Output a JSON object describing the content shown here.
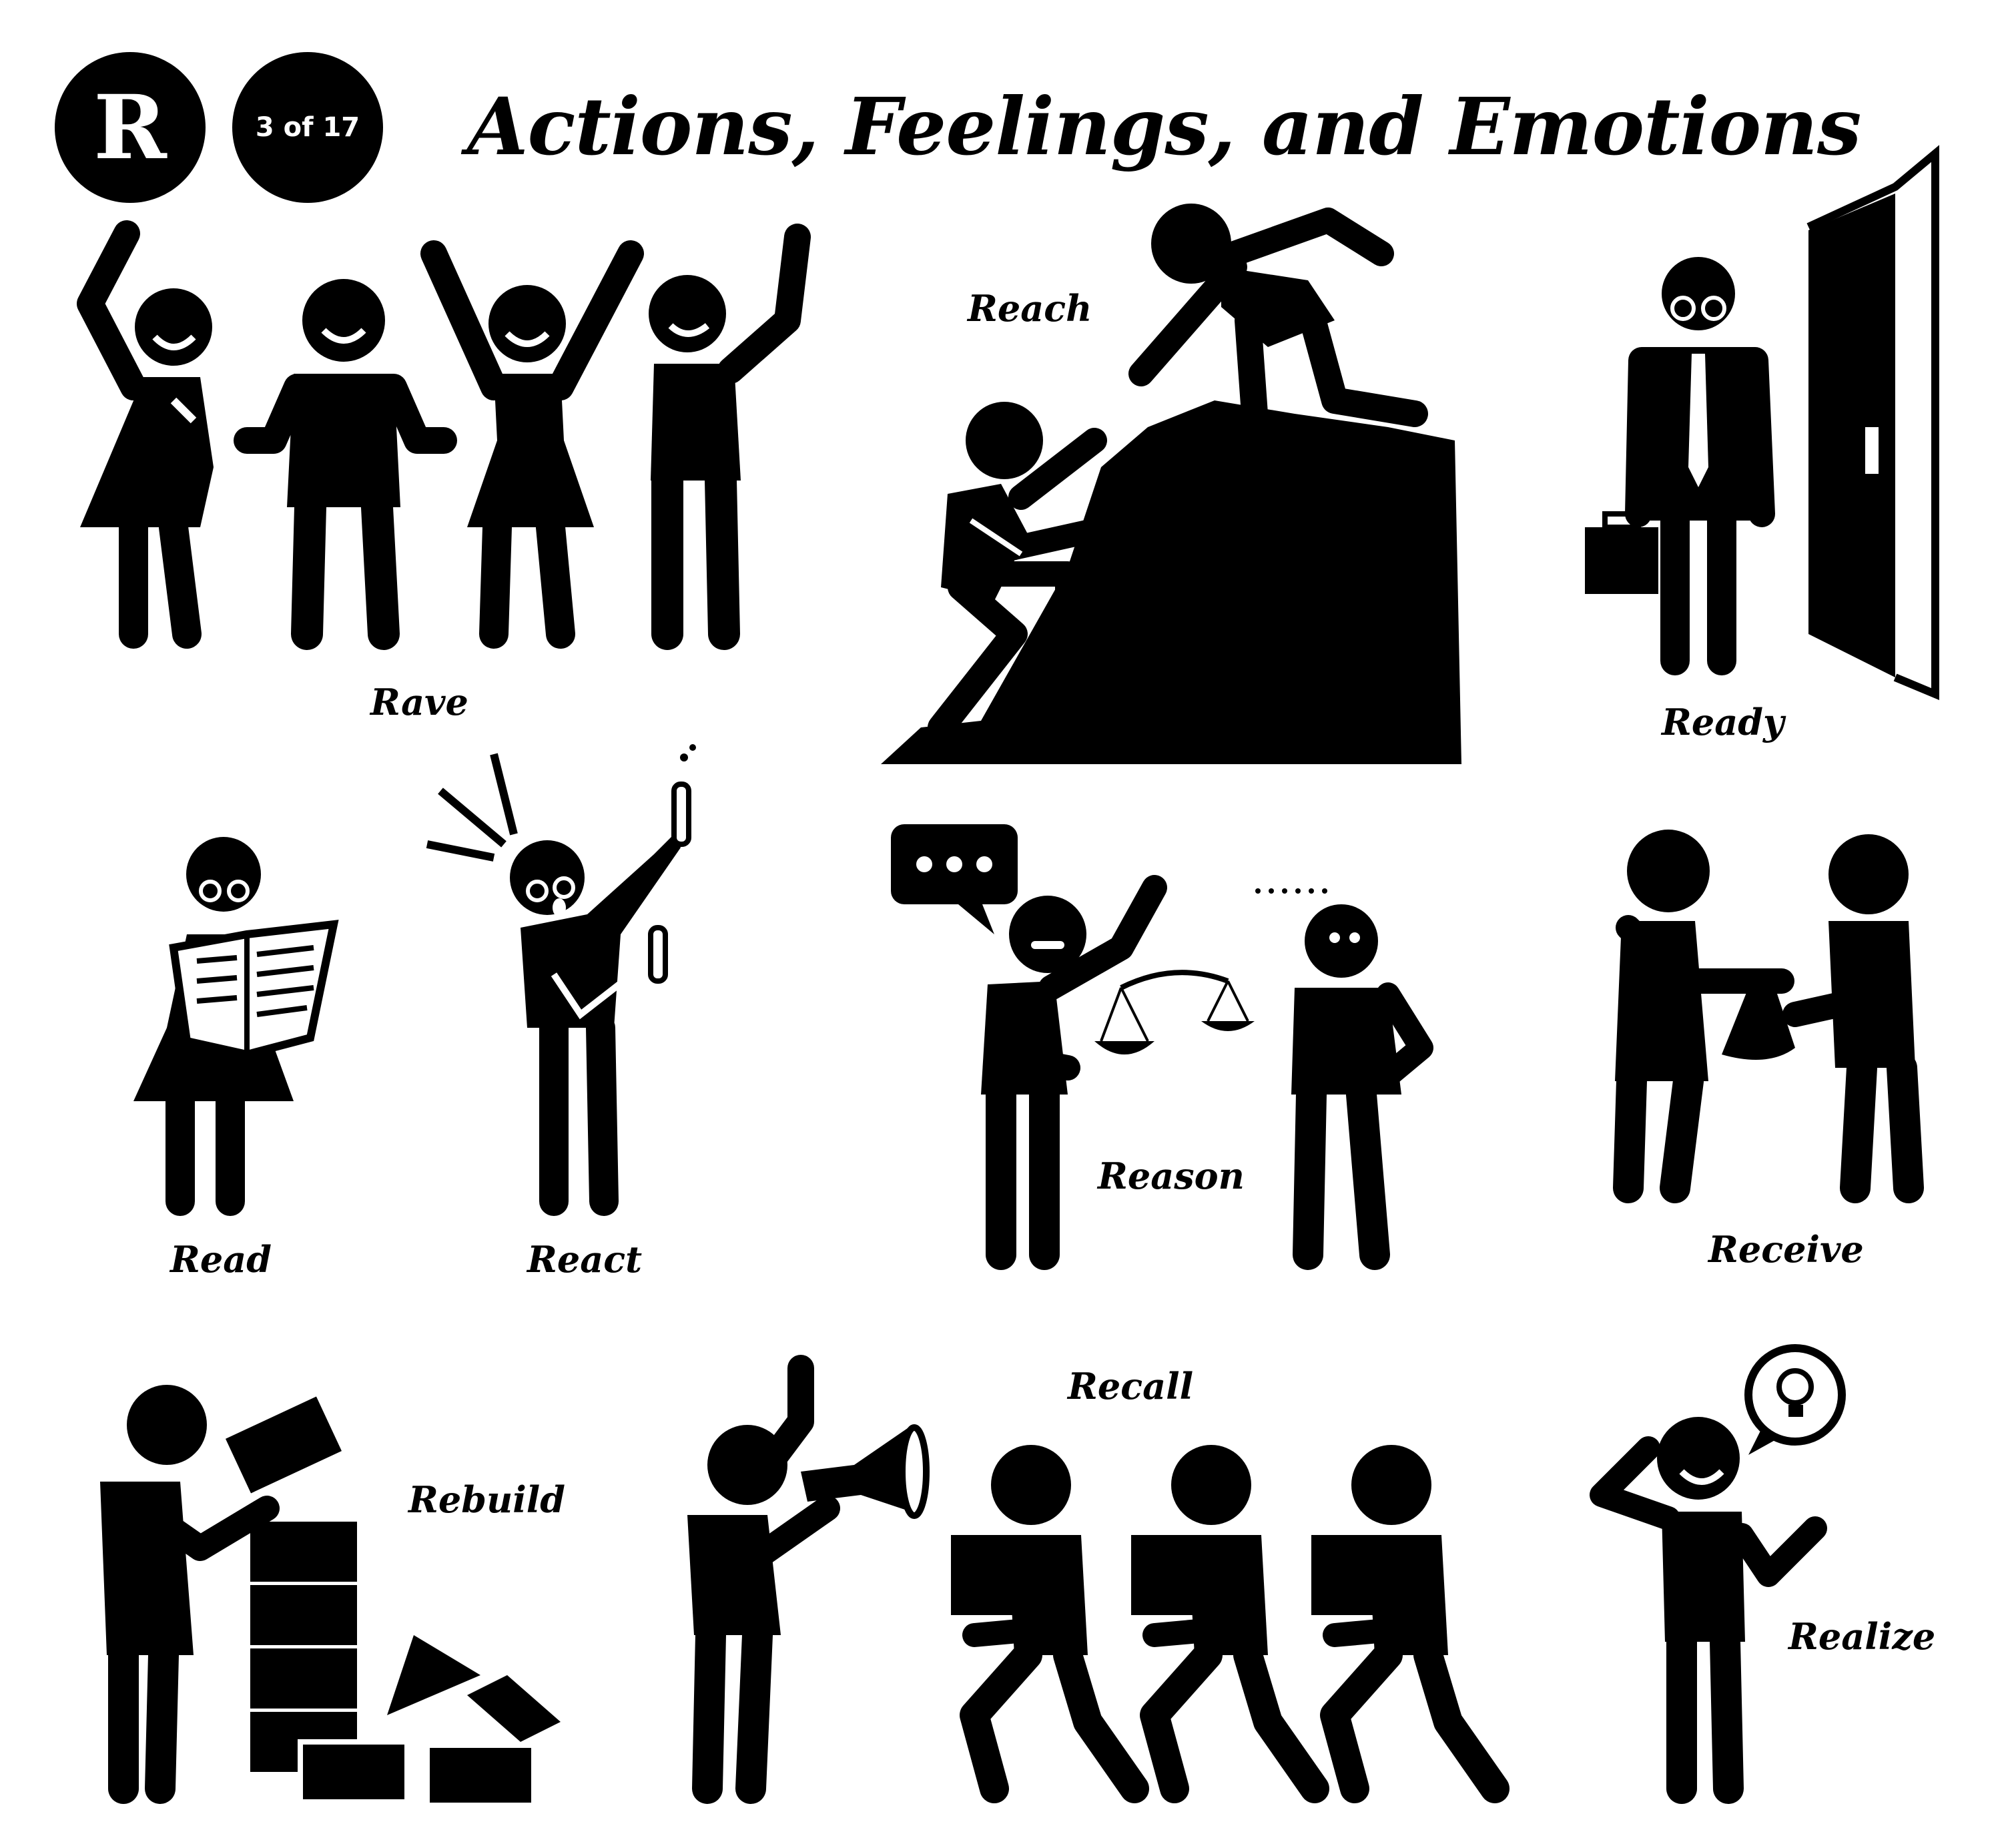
{
  "header": {
    "letter": "R",
    "page_count": "3 of 17",
    "title": "Actions, Feelings, and Emotions"
  },
  "labels": {
    "rave": "Rave",
    "reach": "Reach",
    "ready": "Ready",
    "read": "Read",
    "react": "React",
    "reason": "Reason",
    "receive": "Receive",
    "rebuild": "Rebuild",
    "recall": "Recall",
    "realize": "Realize"
  },
  "colors": {
    "ink": "#000000",
    "background": "#ffffff"
  },
  "icons": [
    "rave-icon",
    "reach-icon",
    "ready-icon",
    "read-icon",
    "react-icon",
    "reason-icon",
    "receive-icon",
    "rebuild-icon",
    "recall-icon",
    "realize-icon"
  ]
}
